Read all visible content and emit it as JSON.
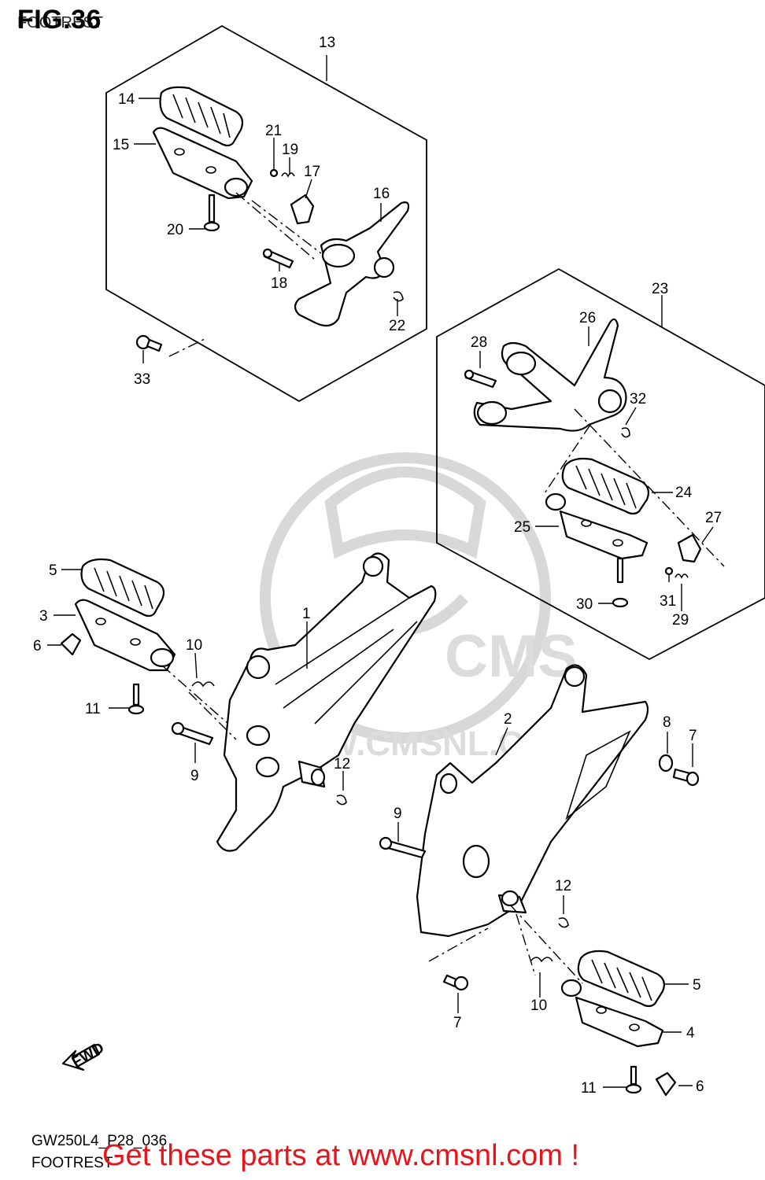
{
  "header": {
    "figure_label": "FIG.36",
    "subtitle": "FOOTREST"
  },
  "footer": {
    "model_code": "GW250L4_P28_036",
    "section_name": "FOOTREST",
    "promo_text": "Get these parts at www.cmsnl.com !"
  },
  "watermark": {
    "brand": "CMS",
    "url": "WWW.CMSNL.COM"
  },
  "direction_arrow": "FWD",
  "callouts": {
    "c1": "1",
    "c2": "2",
    "c3": "3",
    "c4": "4",
    "c5a": "5",
    "c5b": "5",
    "c6a": "6",
    "c6b": "6",
    "c7a": "7",
    "c7b": "7",
    "c8": "8",
    "c9a": "9",
    "c9b": "9",
    "c10a": "10",
    "c10b": "10",
    "c11a": "11",
    "c11b": "11",
    "c12a": "12",
    "c12b": "12",
    "c13": "13",
    "c14": "14",
    "c15": "15",
    "c16": "16",
    "c17": "17",
    "c18": "18",
    "c19": "19",
    "c20": "20",
    "c21": "21",
    "c22": "22",
    "c23": "23",
    "c24": "24",
    "c25": "25",
    "c26": "26",
    "c27": "27",
    "c28": "28",
    "c29": "29",
    "c30": "30",
    "c31": "31",
    "c32": "32",
    "c33": "33"
  },
  "colors": {
    "promo": "#e8141b",
    "line": "#000000",
    "watermark": "#d8d8d8"
  }
}
